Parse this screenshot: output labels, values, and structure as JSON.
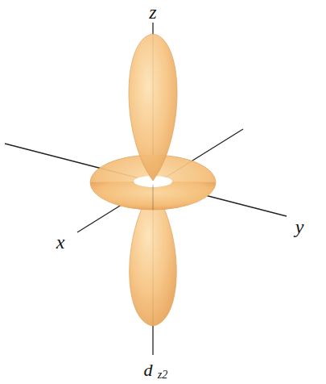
{
  "diagram": {
    "labels": [
      "z",
      "x",
      "y",
      "d",
      "z2"
    ]
  }
}
